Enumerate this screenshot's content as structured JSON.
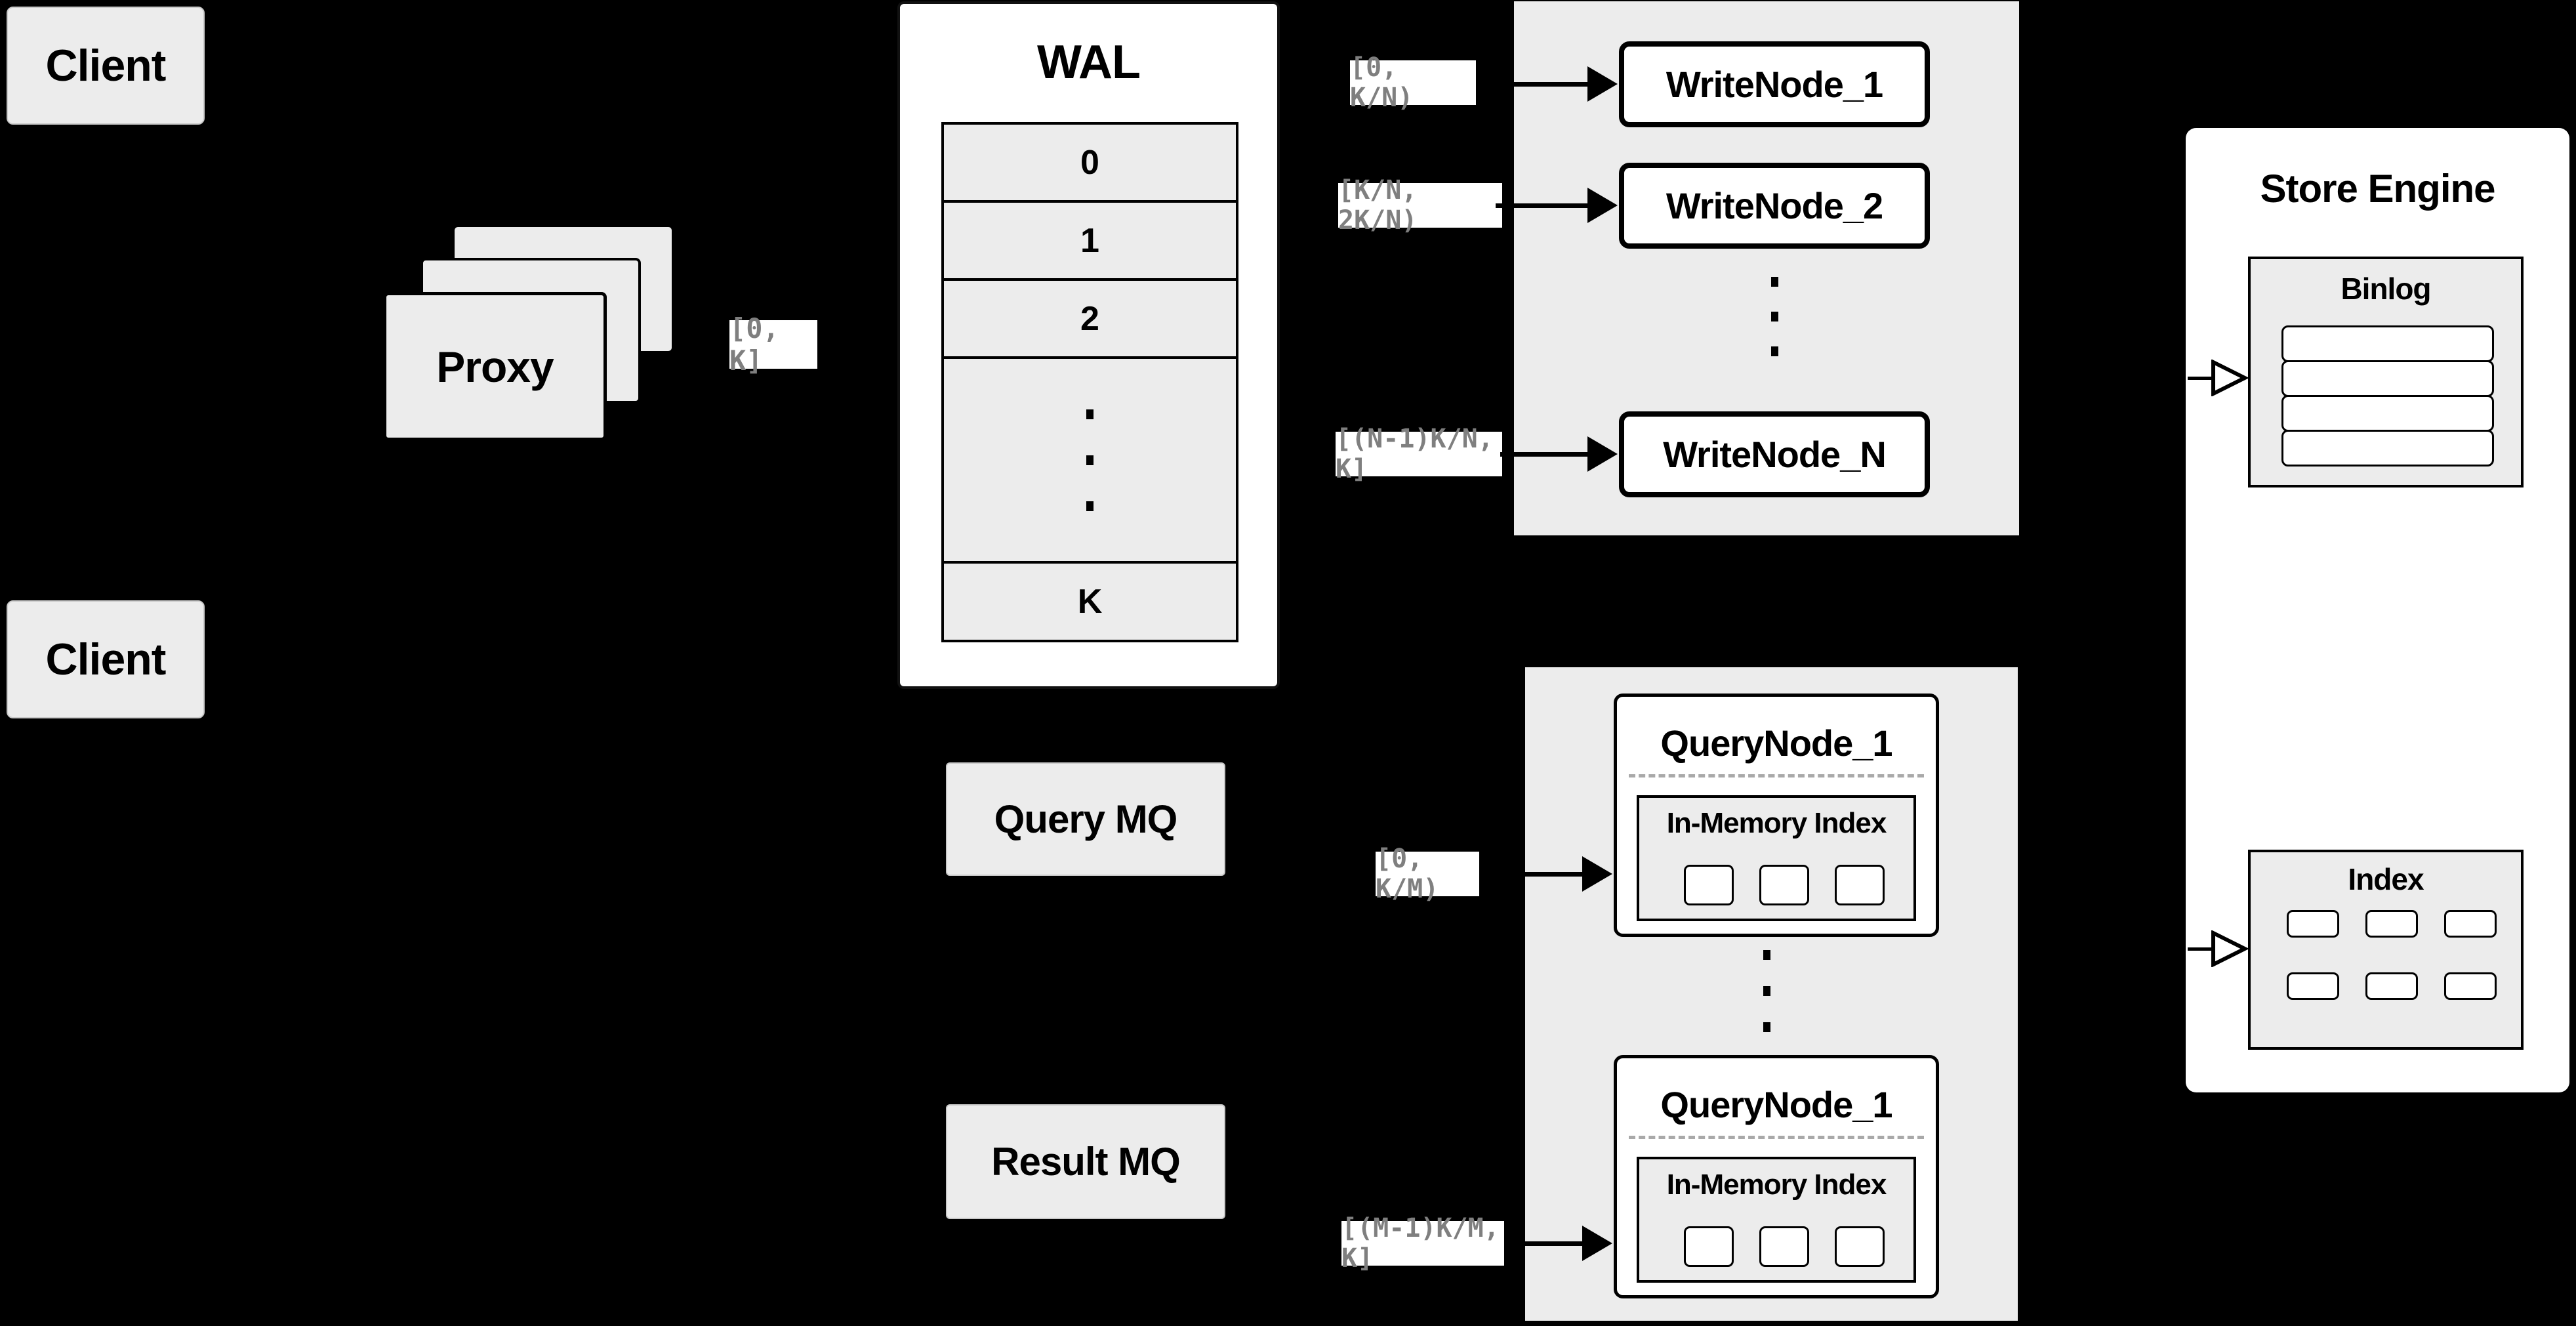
{
  "clients": {
    "top": "Client",
    "bottom": "Client"
  },
  "proxy": {
    "label": "Proxy",
    "range_label": "[0, K]"
  },
  "wal": {
    "title": "WAL",
    "rows": [
      "0",
      "1",
      "2"
    ],
    "tail_row": "K"
  },
  "write_panel": {
    "labels": [
      "[0, K/N)",
      "[K/N, 2K/N)",
      "[(N-1)K/N, K]"
    ],
    "nodes": [
      "WriteNode_1",
      "WriteNode_2",
      "WriteNode_N"
    ]
  },
  "store_engine": {
    "title": "Store Engine",
    "binlog_title": "Binlog",
    "binlog_row_count": 4,
    "index_title": "Index",
    "index_cell_count": 6
  },
  "mq": {
    "query": "Query MQ",
    "result": "Result MQ"
  },
  "query_panel": {
    "labels": [
      "[0, K/M)",
      "[(M-1)K/M, K]"
    ],
    "nodes": [
      {
        "title": "QueryNode_1",
        "inmem_title": "In-Memory Index"
      },
      {
        "title": "QueryNode_1",
        "inmem_title": "In-Memory Index"
      }
    ]
  },
  "colors": {
    "background": "#000000",
    "panel_gray": "#ececec",
    "box_white": "#ffffff",
    "border_black": "#000000",
    "range_label_text": "#7f7f7f"
  }
}
